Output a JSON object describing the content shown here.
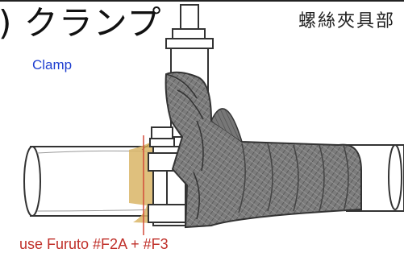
{
  "title": {
    "paren": ")",
    "text": "クランプ"
  },
  "title_cn": "螺絲夾具部",
  "subtitle_en": "Clamp",
  "note": "use Furuto #F2A + #F3",
  "colors": {
    "wrap_gray": "#6f6f6f",
    "pipe_outline": "#333333",
    "sealant": "#d9b566",
    "label_blue": "#1f3fd0",
    "note_red": "#c0302a",
    "leader_line": "#d24a3a"
  },
  "icons": [
    "bolt-icon",
    "nut-icon",
    "pipe-icon",
    "wrap-tape-icon"
  ]
}
